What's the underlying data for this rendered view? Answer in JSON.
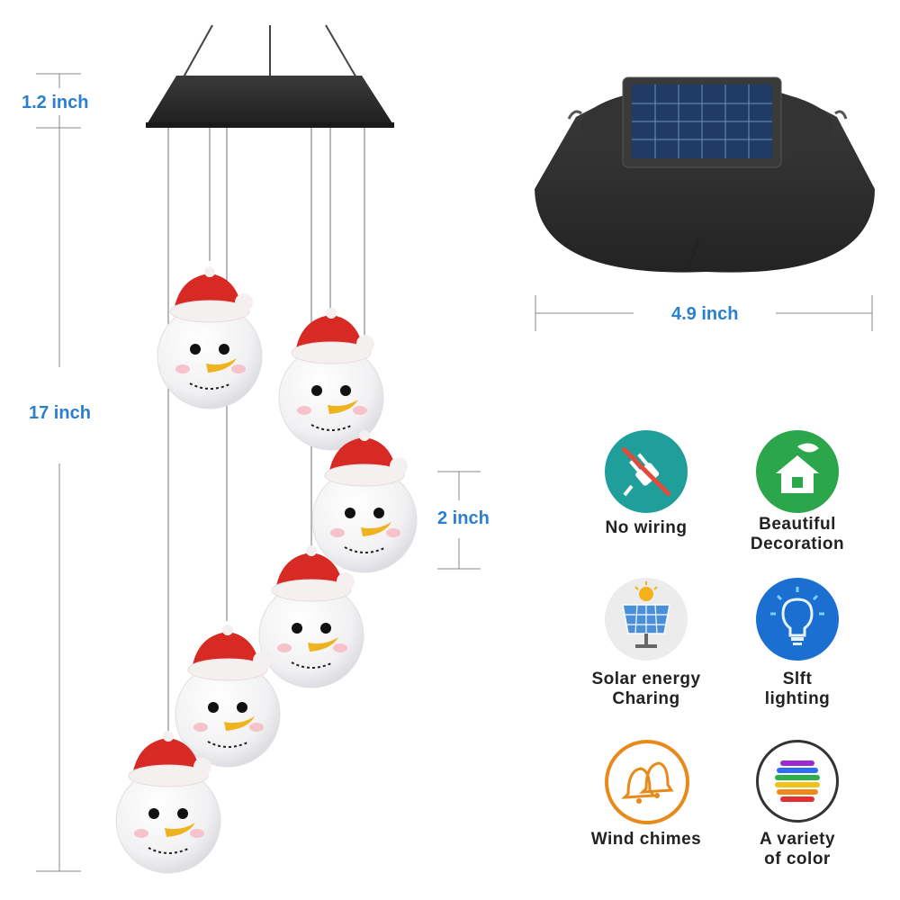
{
  "dimensions": {
    "top_height": "1.2 inch",
    "total_length": "17 inch",
    "ball_size": "2 inch",
    "base_width": "4.9 inch"
  },
  "features": [
    {
      "icon": "no-plug-icon",
      "lines": [
        "No wiring"
      ],
      "color": "#1f9e9a"
    },
    {
      "icon": "home-leaf-icon",
      "lines": [
        "Beautiful",
        "Decoration"
      ],
      "color": "#2ca64b"
    },
    {
      "icon": "solar-panel-icon",
      "lines": [
        "Solar energy",
        "Charing"
      ],
      "color": "#e8e8e8"
    },
    {
      "icon": "light-bulb-icon",
      "lines": [
        "Slft",
        "lighting"
      ],
      "color": "#1a6fd0"
    },
    {
      "icon": "bells-icon",
      "lines": [
        "Wind chimes"
      ],
      "color": "#e8891a"
    },
    {
      "icon": "color-sphere-icon",
      "lines": [
        "A variety",
        "of color"
      ],
      "color": "#333333"
    }
  ],
  "colors": {
    "accent": "#2a7fd0",
    "hat_red": "#d72a24",
    "snowman_body": "#f2f2f2",
    "lamp_black": "#2b2b2b"
  }
}
